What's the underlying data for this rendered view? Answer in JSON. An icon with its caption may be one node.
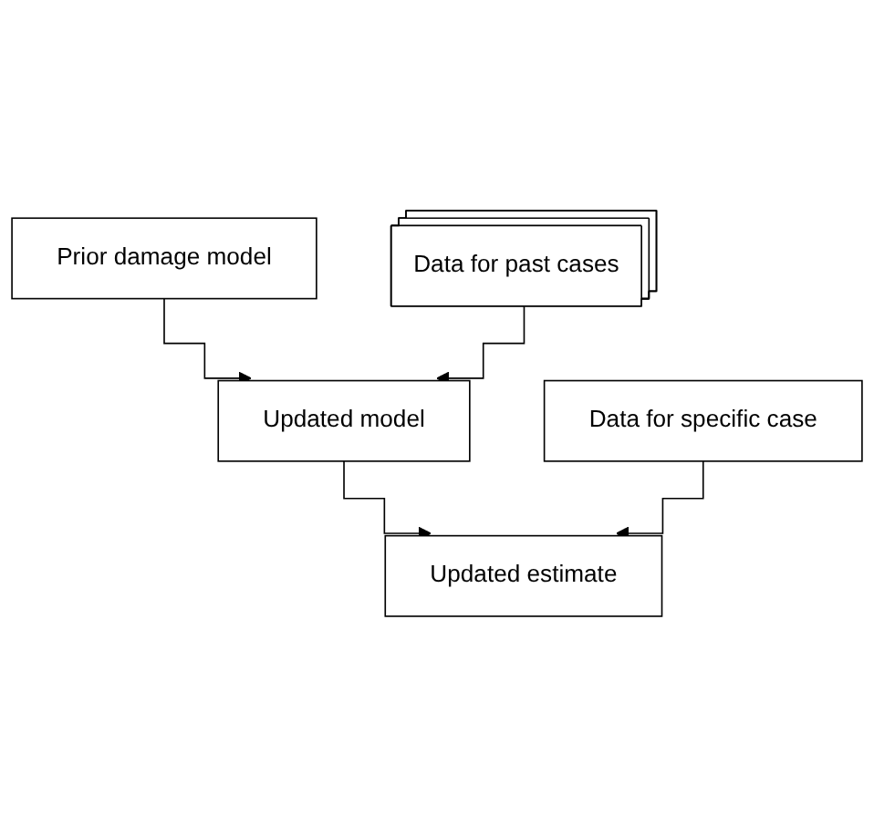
{
  "diagram": {
    "nodes": [
      {
        "text": [
          "Prior damage model"
        ]
      },
      {
        "text": [
          "Data for past cases"
        ]
      },
      {
        "text": [
          "Updated model"
        ]
      },
      {
        "text": [
          "Data for specific case"
        ]
      },
      {
        "text": [
          "Updated estimate"
        ]
      }
    ],
    "edges": [
      {
        "from": 0,
        "to": 2,
        "arrow": "to"
      },
      {
        "from": 1,
        "to": 2,
        "arrow": "to"
      },
      {
        "from": 2,
        "to": 4,
        "arrow": "to"
      },
      {
        "from": 3,
        "to": 4,
        "arrow": "to"
      }
    ]
  }
}
